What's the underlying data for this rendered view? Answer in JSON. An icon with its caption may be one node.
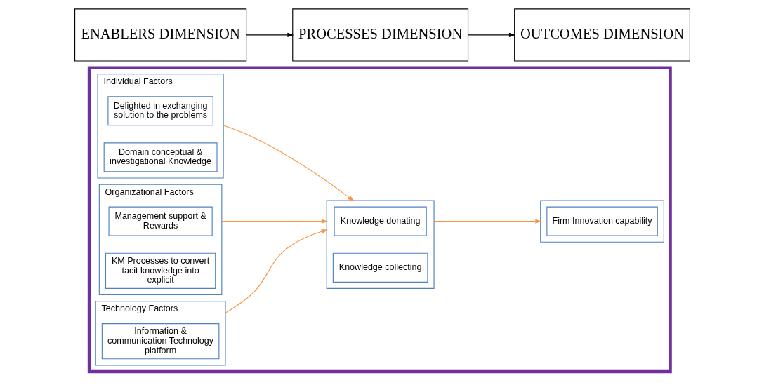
{
  "diagram": {
    "nodes": [
      {
        "text": [],
        "shape": "box"
      },
      {
        "text": [
          "Individual Factors"
        ],
        "in": 0
      },
      {
        "text": [
          "Delighted in exchanging solution to the problems"
        ],
        "in": 1
      },
      {
        "text": [
          "Domain conceptual & investigational Knowledge"
        ],
        "in": 1
      },
      {
        "text": [
          "Organizational Factors"
        ],
        "in": 0
      },
      {
        "text": [
          "Management support & Rewards"
        ],
        "in": 4
      },
      {
        "text": [
          "KM Processes to convert tacit knowledge into explicit"
        ],
        "in": 4
      },
      {
        "text": [
          "Technology Factors"
        ],
        "in": 0
      },
      {
        "text": [
          "Information & communication Technology platform"
        ],
        "in": 7
      },
      {
        "text": [],
        "shape": "box",
        "in": 0
      },
      {
        "text": [
          "Knowledge donating"
        ],
        "in": 9
      },
      {
        "text": [
          "Knowledge collecting"
        ],
        "in": 9
      },
      {
        "text": [],
        "shape": "box",
        "in": 0
      },
      {
        "text": [
          "Firm Innovation capability"
        ],
        "in": 12
      },
      {
        "text": [
          "ENABLERS DIMENSION"
        ]
      },
      {
        "text": [
          "PROCESSES DIMENSION"
        ]
      },
      {
        "text": [
          "OUTCOMES DIMENSION"
        ]
      }
    ],
    "edges": [
      {
        "from": 1,
        "to": 9,
        "arrow": "to"
      },
      {
        "from": 4,
        "to": 9,
        "arrow": "to"
      },
      {
        "from": 7,
        "to": 9,
        "arrow": "to"
      },
      {
        "from": 9,
        "to": 12,
        "arrow": "to"
      },
      {
        "from": 14,
        "to": 15,
        "arrow": "to",
        "color": "#000000"
      },
      {
        "from": 15,
        "to": 16,
        "arrow": "to",
        "color": "#000000"
      }
    ]
  }
}
